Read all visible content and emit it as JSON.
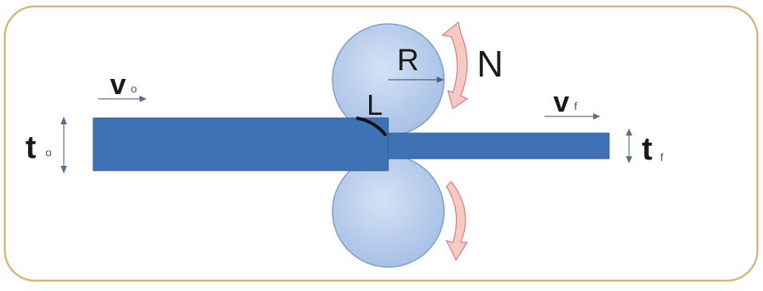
{
  "diagram": {
    "labels": {
      "entry_velocity": {
        "main": "v",
        "sub": "o"
      },
      "exit_velocity": {
        "main": "v",
        "sub": "f"
      },
      "entry_thickness": {
        "main": "t",
        "sub": "o"
      },
      "exit_thickness": {
        "main": "t",
        "sub": "f"
      },
      "roll_radius": "R",
      "contact_length": "L",
      "roll_speed": "N"
    },
    "colors": {
      "frame_border": "#d9b27c",
      "strip_fill": "#3f72b4",
      "strip_stroke": "#2d5a94",
      "roll_fill": "#b7cdec",
      "roll_stroke": "#7a9ccf",
      "arrow_fill": "#f6c9c4",
      "arrow_stroke": "#d9837c",
      "text": "#1a1a1a",
      "sub_text": "#555555",
      "arrow_line": "#5a6f8f"
    }
  }
}
